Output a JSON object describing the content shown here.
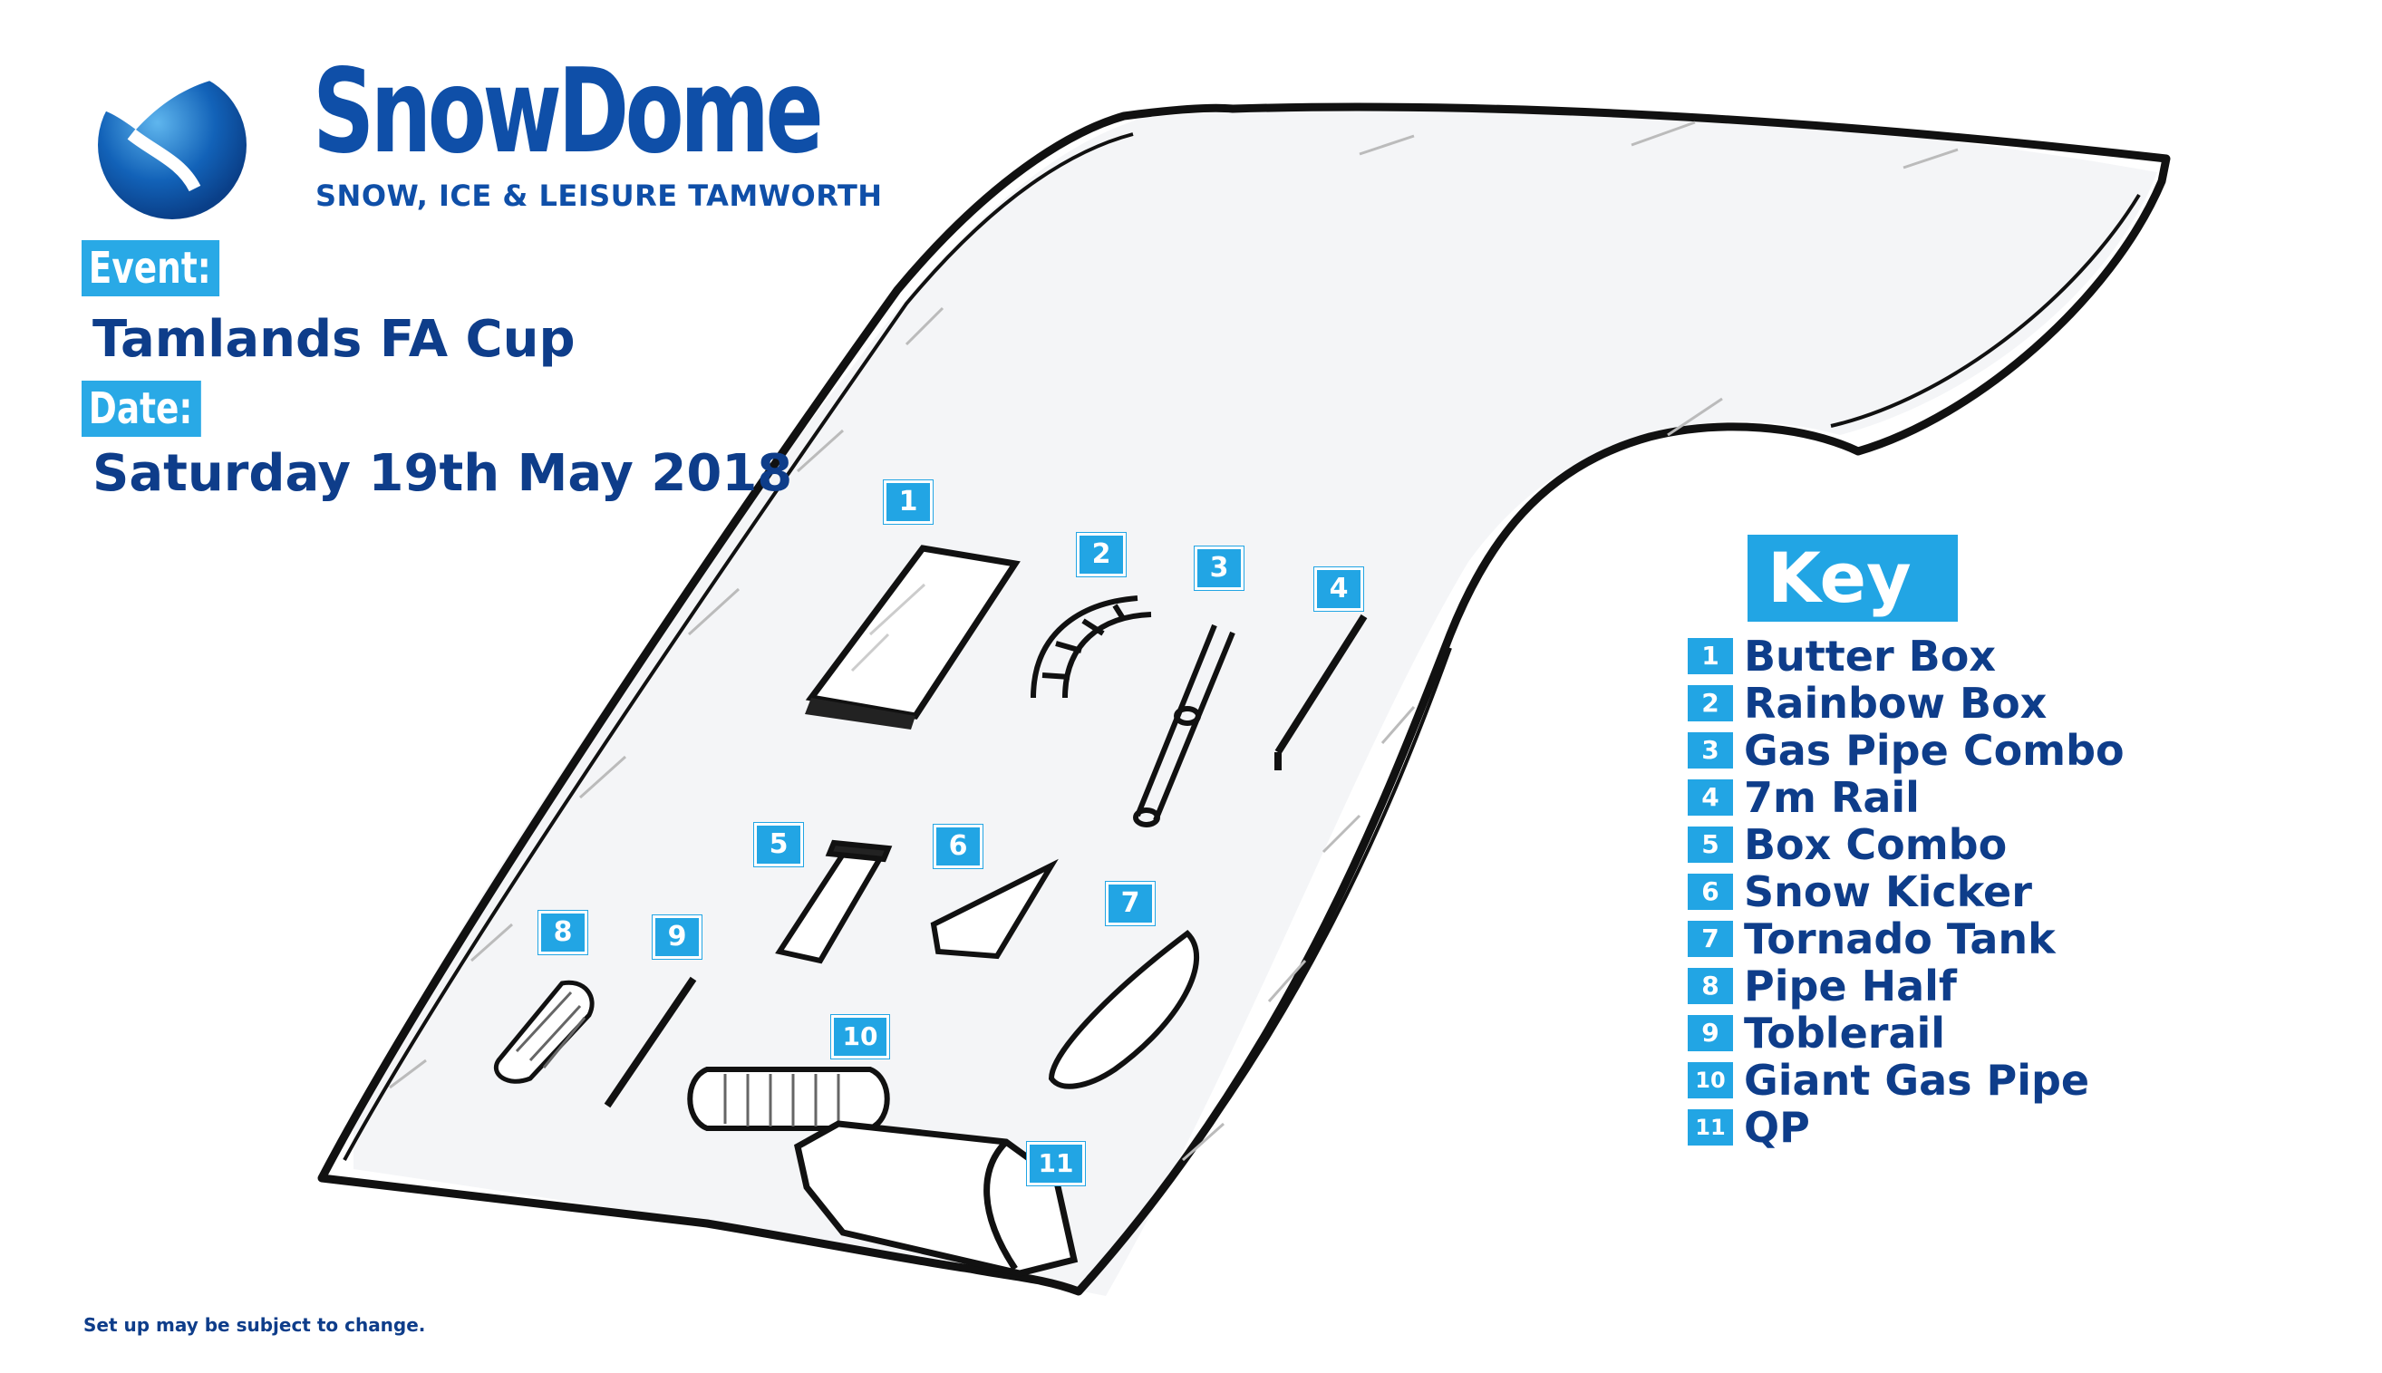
{
  "brand": {
    "name": "SnowDome",
    "tagline": "SNOW, ICE & LEISURE TAMWORTH",
    "primary_color": "#0f4fa8",
    "accent_color": "#22a5e4"
  },
  "event": {
    "event_label": "Event:",
    "event_name": "Tamlands FA Cup",
    "date_label": "Date:",
    "date_value": "Saturday 19th May 2018"
  },
  "markers": [
    "1",
    "2",
    "3",
    "4",
    "5",
    "6",
    "7",
    "8",
    "9",
    "10",
    "11"
  ],
  "key": {
    "title": "Key",
    "items": [
      {
        "num": "1",
        "label": "Butter Box"
      },
      {
        "num": "2",
        "label": "Rainbow Box"
      },
      {
        "num": "3",
        "label": "Gas Pipe Combo"
      },
      {
        "num": "4",
        "label": "7m Rail"
      },
      {
        "num": "5",
        "label": "Box Combo"
      },
      {
        "num": "6",
        "label": "Snow Kicker"
      },
      {
        "num": "7",
        "label": "Tornado Tank"
      },
      {
        "num": "8",
        "label": "Pipe Half"
      },
      {
        "num": "9",
        "label": "Toblerail"
      },
      {
        "num": "10",
        "label": "Giant Gas Pipe"
      },
      {
        "num": "11",
        "label": "QP"
      }
    ]
  },
  "disclaimer": "Set up may be subject to change."
}
